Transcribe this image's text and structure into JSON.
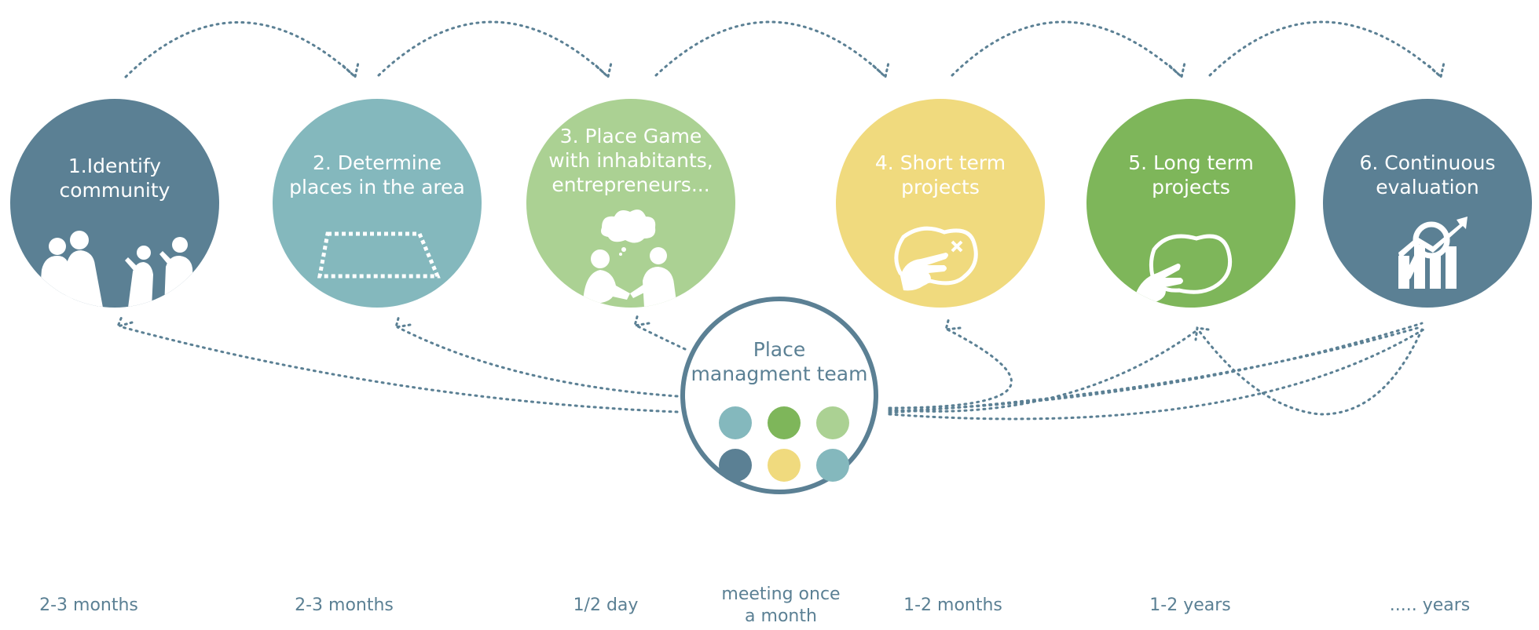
{
  "colors": {
    "slate": "#5b8094",
    "teal": "#84b8bd",
    "light_green": "#abd193",
    "yellow": "#f0da7e",
    "green": "#7eb65a",
    "arrow": "#5b8094"
  },
  "steps": [
    {
      "label": "1.Identify\ncommunity",
      "duration": "2-3 months",
      "color": "#5b8094",
      "icon": "people-silhouette-icon"
    },
    {
      "label": "2. Determine\nplaces in the area",
      "duration": "2-3 months",
      "color": "#84b8bd",
      "icon": "dotted-area-icon"
    },
    {
      "label": "3. Place Game\nwith inhabitants,\nentrepreneurs...",
      "duration": "1/2 day",
      "color": "#abd193",
      "icon": "discussion-icon"
    },
    {
      "label": "4. Short term\nprojects",
      "duration": "1-2 months",
      "color": "#f0da7e",
      "icon": "map-point-icon"
    },
    {
      "label": "5. Long term\nprojects",
      "duration": "1-2 years",
      "color": "#7eb65a",
      "icon": "map-point-icon"
    },
    {
      "label": "6. Continuous\nevaluation",
      "duration": "..... years",
      "color": "#5b8094",
      "icon": "analytics-icon"
    }
  ],
  "team": {
    "label": "Place\nmanagment team",
    "duration": "meeting once\na month",
    "dots": [
      "#84b8bd",
      "#7eb65a",
      "#abd193",
      "#5b8094",
      "#f0da7e",
      "#84b8bd"
    ]
  }
}
